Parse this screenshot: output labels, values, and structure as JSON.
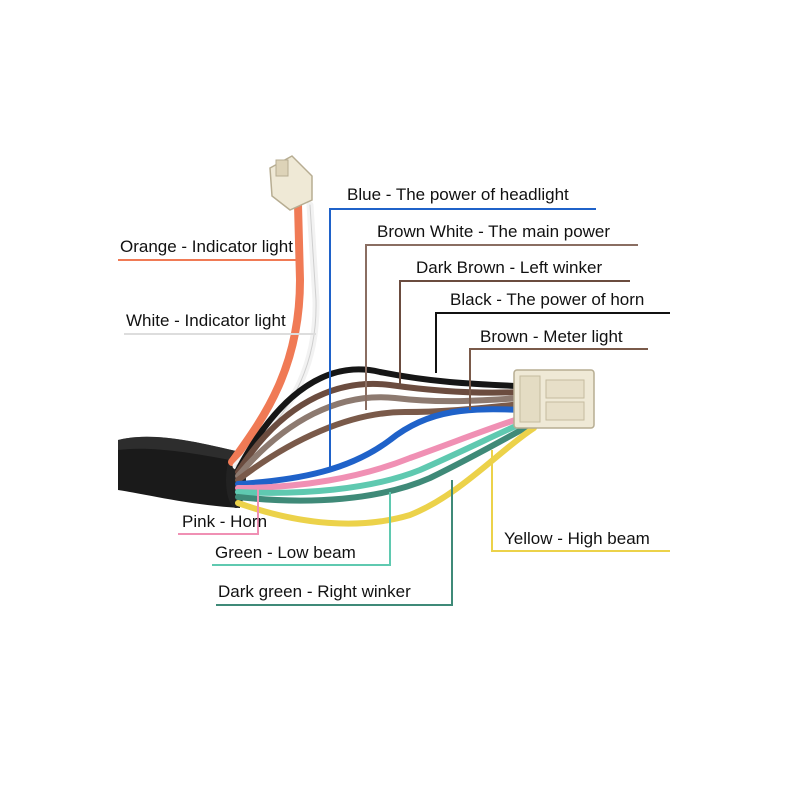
{
  "diagram": {
    "labels": {
      "blue": {
        "text": "Blue - The power of headlight",
        "color": "#1f62c9"
      },
      "brown_white": {
        "text": "Brown White - The main power",
        "color": "#8a6e62"
      },
      "dark_brown": {
        "text": "Dark Brown - Left winker",
        "color": "#6b4c3f"
      },
      "black": {
        "text": "Black - The power of horn",
        "color": "#111111"
      },
      "brown": {
        "text": "Brown - Meter light",
        "color": "#7a5a4a"
      },
      "orange": {
        "text": "Orange - Indicator light",
        "color": "#f07a55"
      },
      "white": {
        "text": "White - Indicator light",
        "color": "#dddddd"
      },
      "pink": {
        "text": "Pink - Horn",
        "color": "#f090b4"
      },
      "green": {
        "text": "Green - Low beam",
        "color": "#5fc9b0"
      },
      "dark_green": {
        "text": "Dark green - Right winker",
        "color": "#3f8a78"
      },
      "yellow": {
        "text": "Yellow - High beam",
        "color": "#ecd24a"
      }
    }
  }
}
